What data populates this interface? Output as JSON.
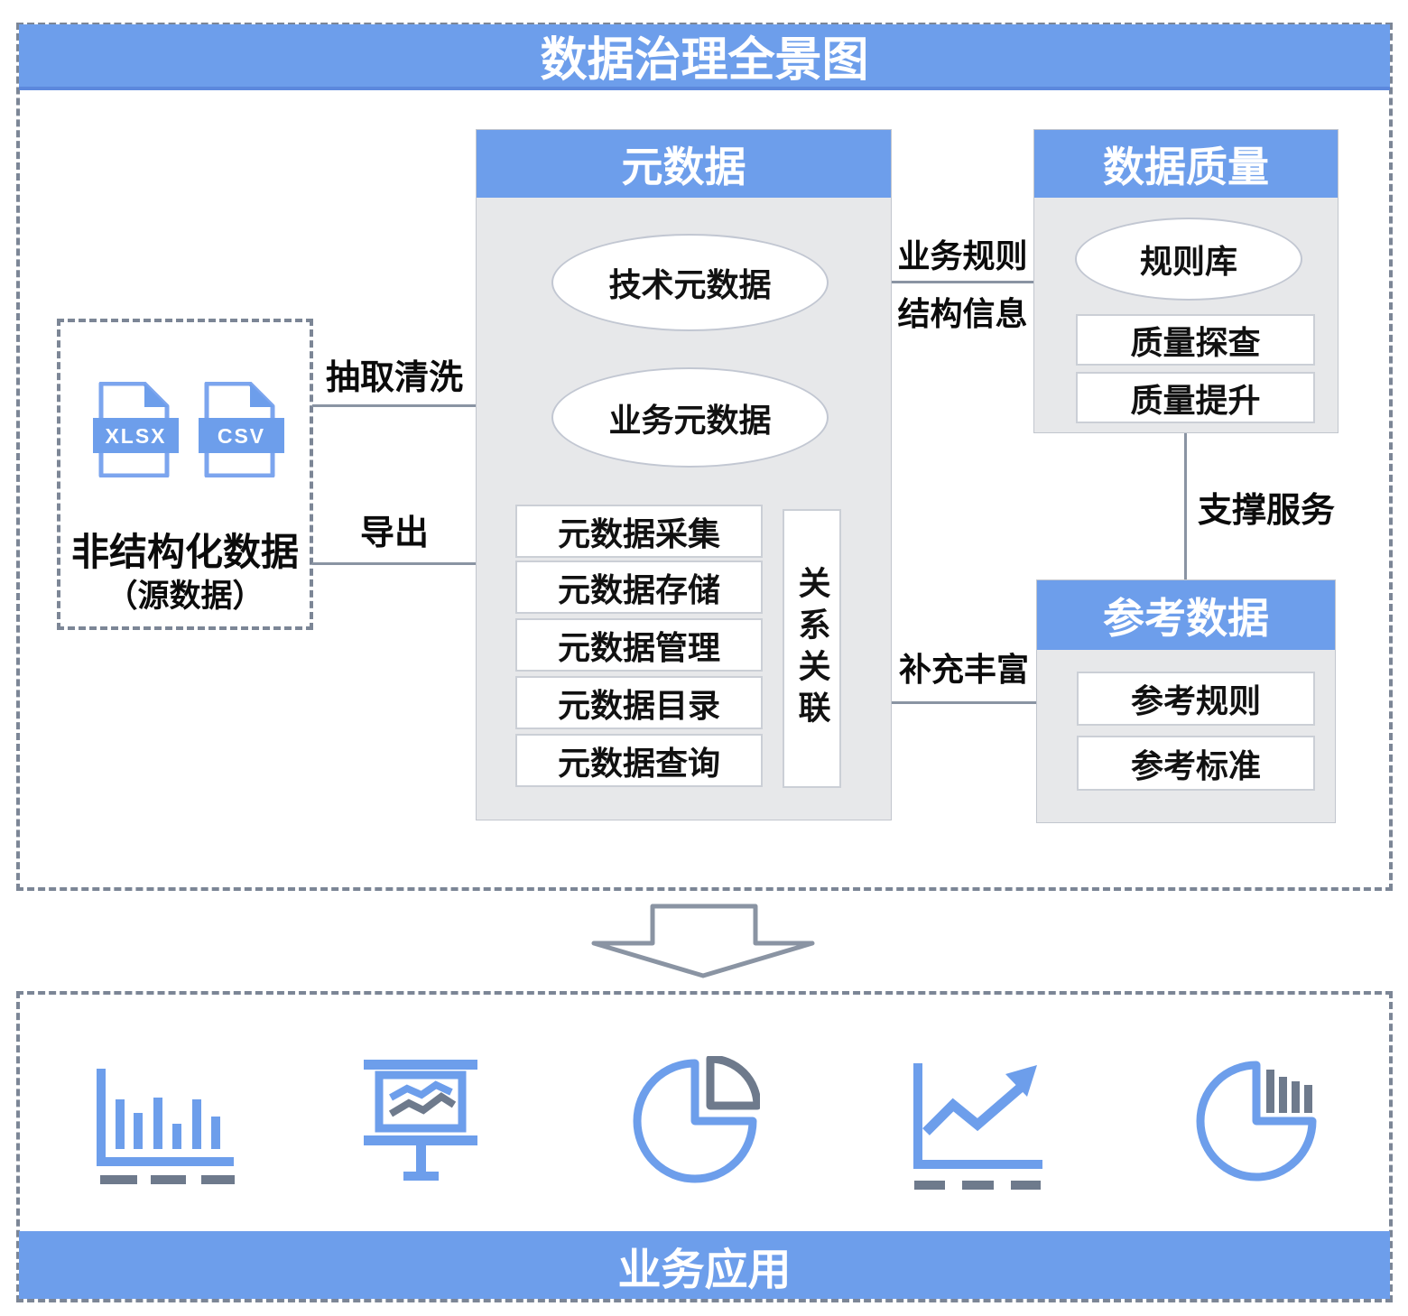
{
  "main": {
    "title": "数据治理全景图"
  },
  "source": {
    "title": "非结构化数据",
    "subtitle": "（源数据）",
    "file1": "XLSX",
    "file2": "CSV"
  },
  "links": {
    "extract": "抽取清洗",
    "export": "导出",
    "rule1": "业务规则",
    "rule2": "结构信息",
    "support": "支撑服务",
    "enrich": "补充丰富"
  },
  "metadata": {
    "title": "元数据",
    "ellipse1": "技术元数据",
    "ellipse2": "业务元数据",
    "modules": [
      "元数据采集",
      "元数据存储",
      "元数据管理",
      "元数据目录",
      "元数据查询"
    ],
    "relation": "关系关联"
  },
  "quality": {
    "title": "数据质量",
    "ellipse": "规则库",
    "modules": [
      "质量探查",
      "质量提升"
    ]
  },
  "reference": {
    "title": "参考数据",
    "modules": [
      "参考规则",
      "参考标准"
    ]
  },
  "business": {
    "title": "业务应用"
  },
  "icons": [
    "bar-chart",
    "presentation-chart",
    "pie-chart",
    "line-chart",
    "pie-bar-chart"
  ],
  "colors": {
    "accent_blue": "#6D9EEB",
    "panel_gray": "#E7E8EA",
    "dash_gray": "#7C8696",
    "icon_gray": "#6E7A8C"
  }
}
